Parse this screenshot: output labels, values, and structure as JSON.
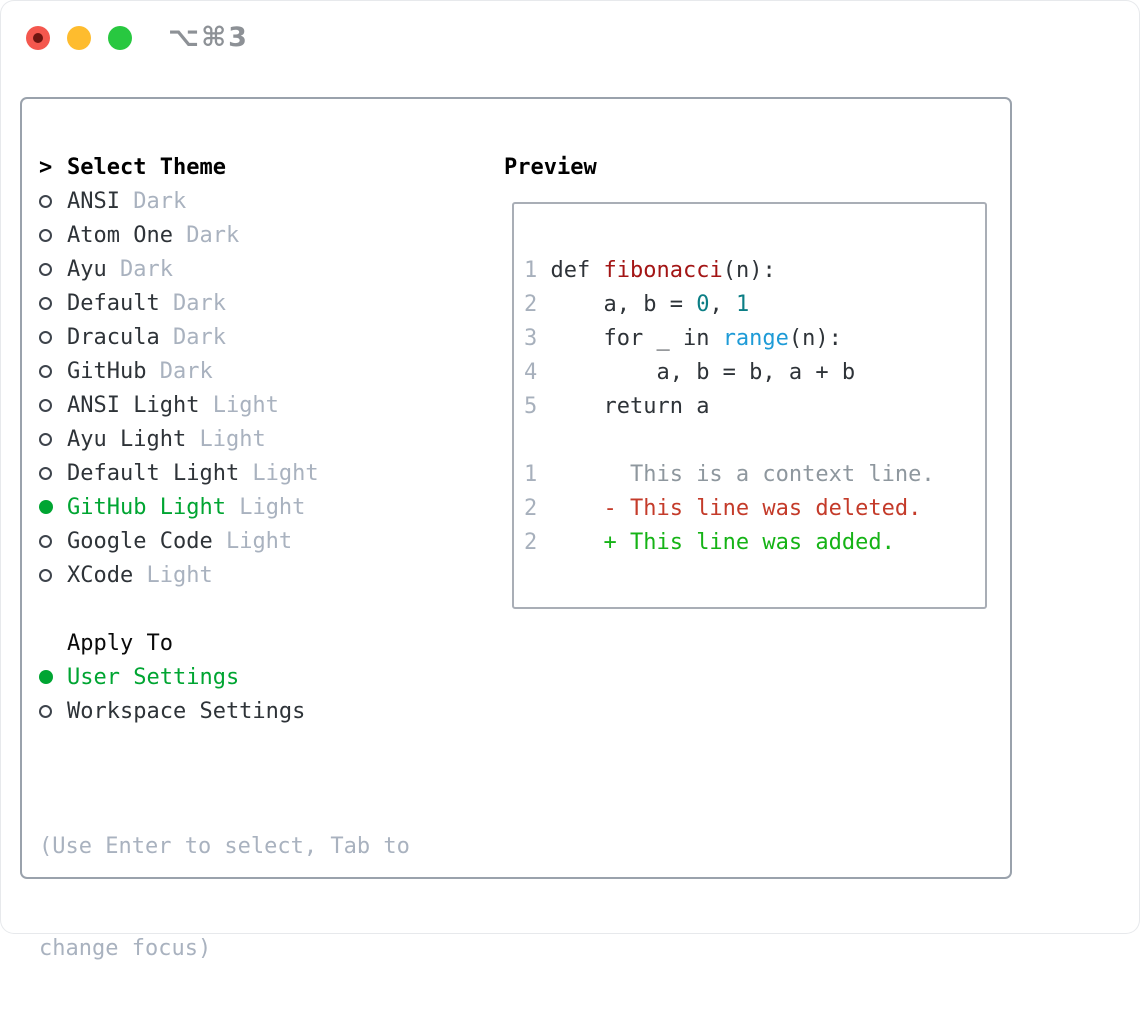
{
  "window": {
    "title": "⌥⌘3",
    "traffic_lights": [
      "close",
      "minimize",
      "zoom"
    ]
  },
  "colors": {
    "selected_green": "#00a532",
    "muted_gray": "#a9b2bf",
    "text_dark": "#2e3338",
    "function_red": "#a31515",
    "literal_teal": "#0b7e85",
    "builtin_blue": "#1e9bd7",
    "diff_deleted_red": "#c43b2a",
    "diff_added_green": "#15b316",
    "box_border_gray": "#9aa2ac",
    "traffic_red": "#f4574e",
    "traffic_yellow": "#febc2e",
    "traffic_green": "#28c840"
  },
  "theme_panel": {
    "prompt": ">",
    "title": "Select Theme",
    "themes": [
      {
        "name": "ANSI",
        "variant": "Dark",
        "selected": false
      },
      {
        "name": "Atom One",
        "variant": "Dark",
        "selected": false
      },
      {
        "name": "Ayu",
        "variant": "Dark",
        "selected": false
      },
      {
        "name": "Default",
        "variant": "Dark",
        "selected": false
      },
      {
        "name": "Dracula",
        "variant": "Dark",
        "selected": false
      },
      {
        "name": "GitHub",
        "variant": "Dark",
        "selected": false
      },
      {
        "name": "ANSI Light",
        "variant": "Light",
        "selected": false
      },
      {
        "name": "Ayu Light",
        "variant": "Light",
        "selected": false
      },
      {
        "name": "Default Light",
        "variant": "Light",
        "selected": false
      },
      {
        "name": "GitHub Light",
        "variant": "Light",
        "selected": true
      },
      {
        "name": "Google Code",
        "variant": "Light",
        "selected": false
      },
      {
        "name": "XCode",
        "variant": "Light",
        "selected": false
      }
    ],
    "apply_to": {
      "title": "Apply To",
      "options": [
        {
          "label": "User Settings",
          "selected": true
        },
        {
          "label": "Workspace Settings",
          "selected": false
        }
      ]
    },
    "help_line1": "(Use Enter to select, Tab to",
    "help_line2": "change focus)"
  },
  "preview": {
    "title": "Preview",
    "code_lines": [
      [
        {
          "c": "num",
          "t": "1 "
        },
        {
          "c": "plain",
          "t": "def "
        },
        {
          "c": "func",
          "t": "fibonacci"
        },
        {
          "c": "plain",
          "t": "(n):"
        }
      ],
      [
        {
          "c": "num",
          "t": "2"
        },
        {
          "c": "plain",
          "t": "     a, b = "
        },
        {
          "c": "lit",
          "t": "0"
        },
        {
          "c": "plain",
          "t": ", "
        },
        {
          "c": "lit",
          "t": "1"
        }
      ],
      [
        {
          "c": "num",
          "t": "3"
        },
        {
          "c": "plain",
          "t": "     for _ in "
        },
        {
          "c": "builtin",
          "t": "range"
        },
        {
          "c": "plain",
          "t": "(n):"
        }
      ],
      [
        {
          "c": "num",
          "t": "4"
        },
        {
          "c": "plain",
          "t": "         a, b = b, a + b"
        }
      ],
      [
        {
          "c": "num",
          "t": "5"
        },
        {
          "c": "plain",
          "t": "     return a"
        }
      ],
      [],
      [
        {
          "c": "num",
          "t": "1"
        },
        {
          "c": "ctx",
          "t": "       This is a context line."
        }
      ],
      [
        {
          "c": "num",
          "t": "2"
        },
        {
          "c": "del",
          "t": "     - This line was deleted."
        }
      ],
      [
        {
          "c": "num",
          "t": "2"
        },
        {
          "c": "add",
          "t": "     + This line was added."
        }
      ]
    ]
  }
}
